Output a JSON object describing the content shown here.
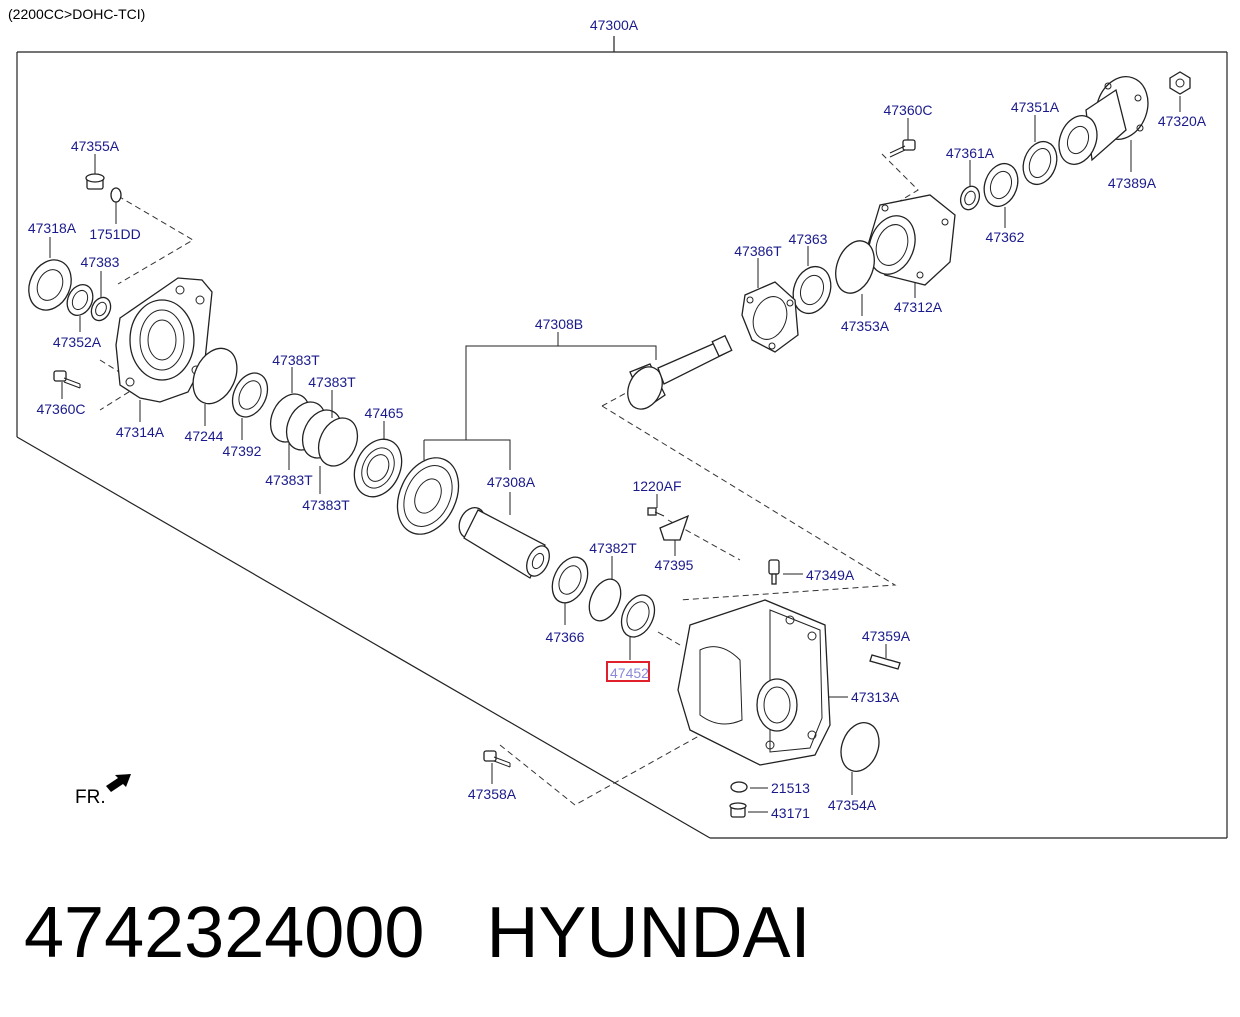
{
  "header": {
    "engine_spec": "(2200CC>DOHC-TCI)",
    "assembly": "47300A"
  },
  "diagram": {
    "labels": [
      "47355A",
      "1751DD",
      "47318A",
      "47383",
      "47352A",
      "47360C",
      "47314A",
      "47244",
      "47392",
      "47383T",
      "47383T",
      "47383T",
      "47383T",
      "47465",
      "47308B",
      "47308A",
      "1220AF",
      "47395",
      "47382T",
      "47366",
      "47452",
      "47349A",
      "47359A",
      "47313A",
      "21513",
      "43171",
      "47354A",
      "47358A",
      "47360C",
      "47351A",
      "47320A",
      "47361A",
      "47389A",
      "47363",
      "47386T",
      "47362",
      "47353A",
      "47312A"
    ],
    "direction_marker": "FR.",
    "highlighted_label": "47452",
    "highlight_color": "#e0202a",
    "label_color": "#1a1a8c"
  },
  "footer": {
    "part_number": "4742324000",
    "brand": "HYUNDAI"
  }
}
